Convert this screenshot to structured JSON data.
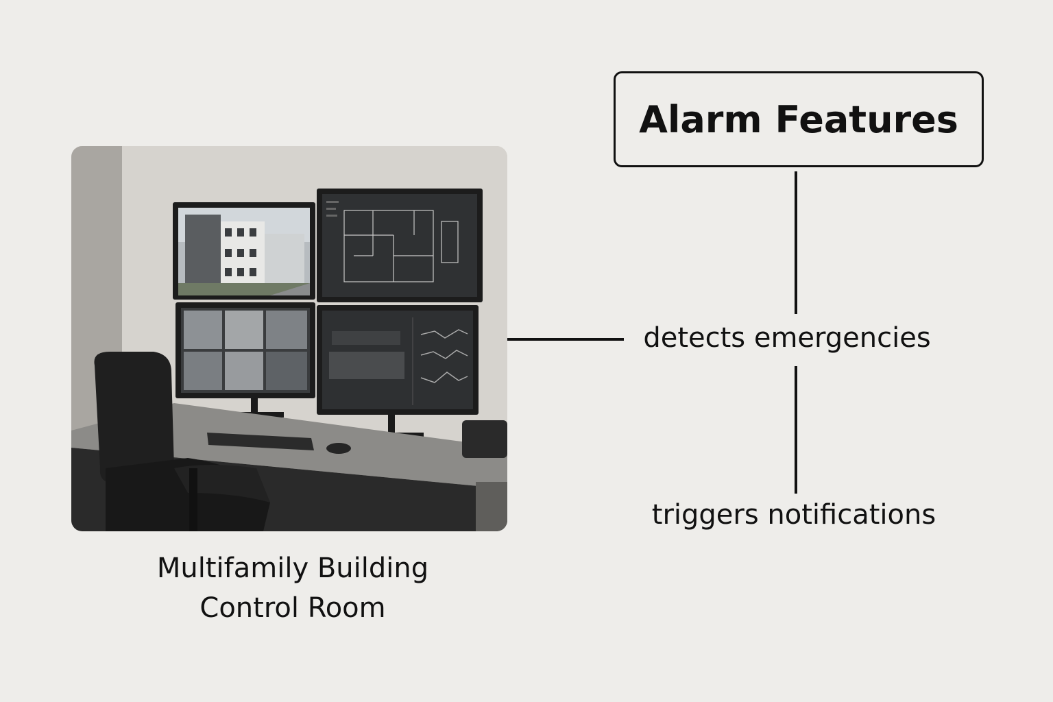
{
  "photo": {
    "subject": "control-room-with-monitors"
  },
  "caption": {
    "line1": "Multifamily Building",
    "line2": "Control Room"
  },
  "diagram": {
    "title": "Alarm Features",
    "features": [
      "detects emergencies",
      "triggers notifications"
    ]
  },
  "colors": {
    "background": "#eeedea",
    "ink": "#111111"
  }
}
